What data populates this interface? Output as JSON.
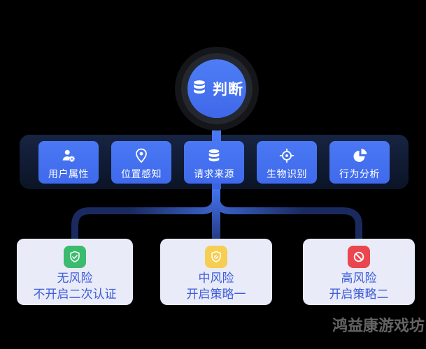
{
  "hub": {
    "label": "判断",
    "icon": "database-icon"
  },
  "factors": {
    "items": [
      {
        "label": "用户属性",
        "icon": "user-gear-icon"
      },
      {
        "label": "位置感知",
        "icon": "location-pin-icon"
      },
      {
        "label": "请求来源",
        "icon": "database-icon"
      },
      {
        "label": "生物识别",
        "icon": "crosshair-target-icon"
      },
      {
        "label": "行为分析",
        "icon": "pie-chart-icon"
      }
    ]
  },
  "outcomes": {
    "items": [
      {
        "title": "无风险",
        "subtitle": "不开启二次认证",
        "icon": "shield-check-icon",
        "icon_color": "#3bbb6e"
      },
      {
        "title": "中风险",
        "subtitle": "开启策略一",
        "icon": "shield-alert-icon",
        "icon_color": "#f5ce52"
      },
      {
        "title": "高风险",
        "subtitle": "开启策略二",
        "icon": "block-icon",
        "icon_color": "#e9464e"
      }
    ]
  },
  "watermark": "鸿益康游戏坊",
  "colors": {
    "accent_blue": "#4673f2",
    "panel_navy": "#0e1830",
    "connector_navy": "#1b2b62",
    "card_bg": "#e9ebf8",
    "card_text": "#3d5cda",
    "risk_none": "#3bbb6e",
    "risk_medium": "#f5ce52",
    "risk_high": "#e9464e",
    "watermark_gray": "#646464"
  }
}
